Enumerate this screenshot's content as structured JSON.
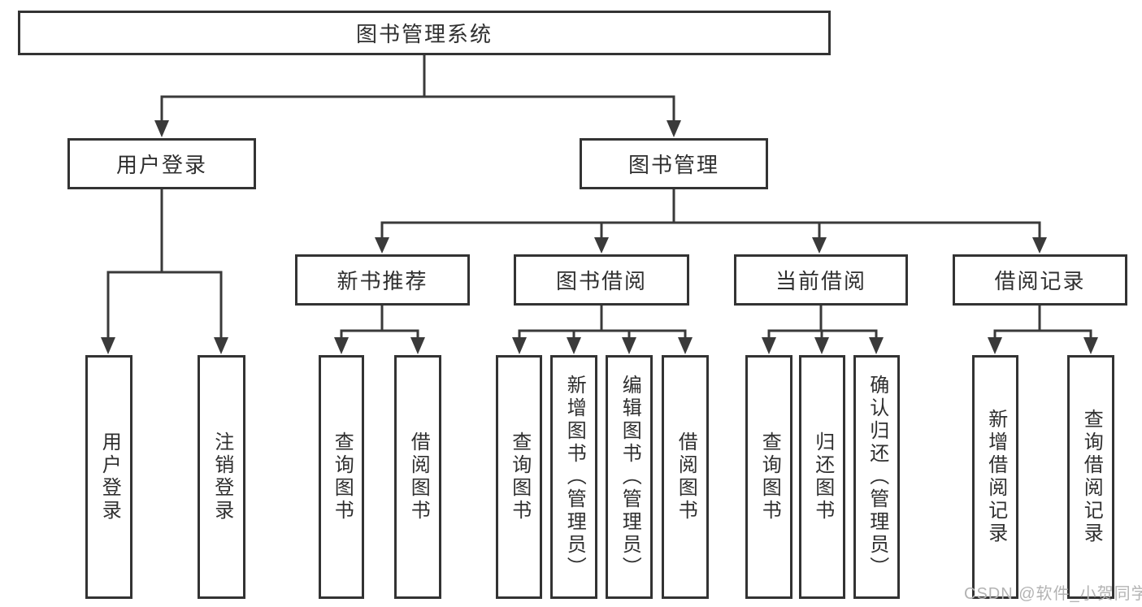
{
  "diagram": {
    "root": {
      "label": "图书管理系统"
    },
    "branches": [
      {
        "label": "用户登录",
        "children": [
          {
            "label": "用户登录"
          },
          {
            "label": "注销登录"
          }
        ]
      },
      {
        "label": "图书管理",
        "children": [
          {
            "label": "新书推荐",
            "children": [
              {
                "label": "查询图书"
              },
              {
                "label": "借阅图书"
              }
            ]
          },
          {
            "label": "图书借阅",
            "children": [
              {
                "label": "查询图书"
              },
              {
                "label": "新增图书（管理员）"
              },
              {
                "label": "编辑图书（管理员）"
              },
              {
                "label": "借阅图书"
              }
            ]
          },
          {
            "label": "当前借阅",
            "children": [
              {
                "label": "查询图书"
              },
              {
                "label": "归还图书"
              },
              {
                "label": "确认归还（管理员）"
              }
            ]
          },
          {
            "label": "借阅记录",
            "children": [
              {
                "label": "新增借阅记录"
              },
              {
                "label": "查询借阅记录"
              }
            ]
          }
        ]
      }
    ]
  },
  "watermark": {
    "text": "CSDN @软件_小贺同学"
  },
  "colors": {
    "line": "#3a3a3a",
    "border": "#333333",
    "text": "#2f2f2f",
    "watermark": "#b3b3b3",
    "background": "#ffffff"
  }
}
